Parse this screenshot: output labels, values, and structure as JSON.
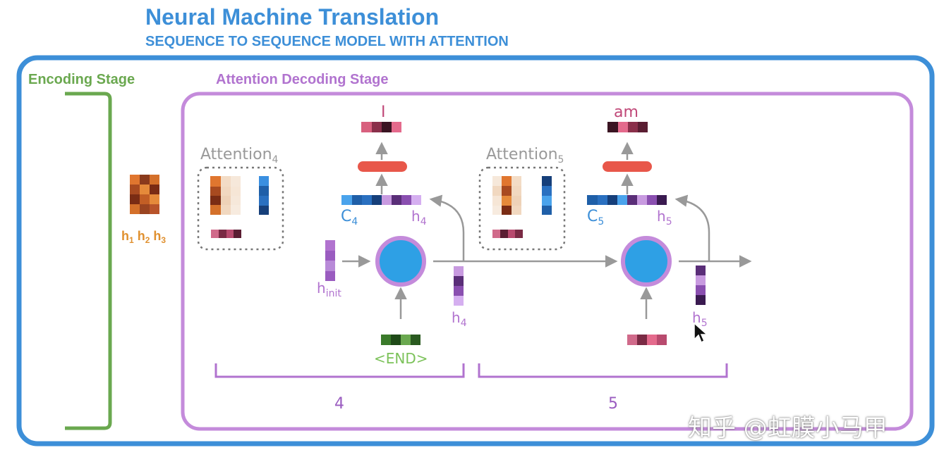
{
  "header": {
    "title": "Neural Machine Translation",
    "subtitle": "SEQUENCE TO SEQUENCE MODEL WITH ATTENTION"
  },
  "encoding": {
    "label": "Encoding Stage",
    "hidden_states_label": [
      "h",
      "1",
      "h",
      "2",
      "h",
      "3"
    ]
  },
  "decoding": {
    "label": "Attention Decoding Stage",
    "steps": [
      {
        "step": "4",
        "attention_label": "Attention",
        "attention_sub": "4",
        "output_word": "I",
        "context_label": "C",
        "context_sub": "4",
        "hidden_label": "h",
        "hidden_sub": "4",
        "input_hidden_label": "h",
        "input_hidden_sub": "init",
        "input_token": "<END>",
        "next_hidden_label": "h",
        "next_hidden_sub": "4"
      },
      {
        "step": "5",
        "attention_label": "Attention",
        "attention_sub": "5",
        "output_word": "am",
        "context_label": "C",
        "context_sub": "5",
        "hidden_label": "h",
        "hidden_sub": "5",
        "next_hidden_label": "h",
        "next_hidden_sub": "5"
      }
    ]
  },
  "watermark": "知乎 @虹膜小马甲",
  "colors": {
    "blue": "#3d8fd8",
    "green": "#6aa84f",
    "purple": "#b173cf",
    "red_ellipse": "#e8574a",
    "cell_blue": "#2ea0e5"
  },
  "icons": {
    "cursor": "mouse-pointer-icon"
  }
}
